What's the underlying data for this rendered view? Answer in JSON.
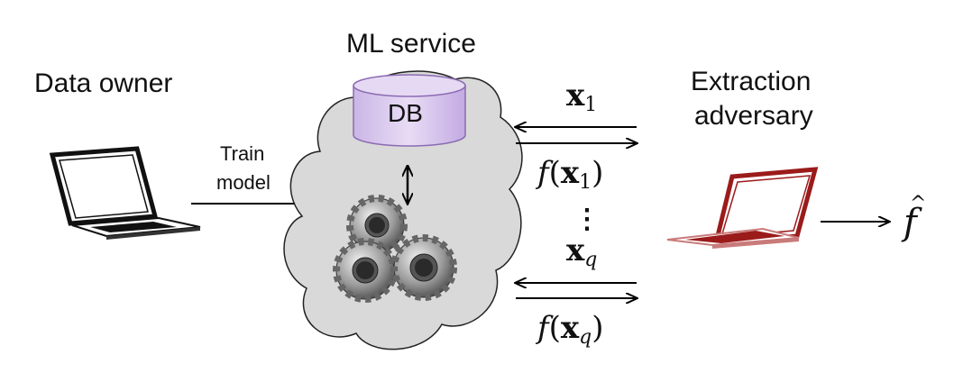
{
  "data_owner": {
    "label": "Data owner"
  },
  "ml_service": {
    "title": "ML service",
    "db_label": "DB"
  },
  "train_arrow": {
    "line1": "Train",
    "line2": "model"
  },
  "adversary": {
    "line1": "Extraction",
    "line2": "adversary"
  },
  "queries": {
    "q1": {
      "base": "x",
      "sub": "1"
    },
    "r1": {
      "func": "f",
      "open": "(",
      "base": "x",
      "sub": "1",
      "close": ")"
    },
    "ellipsis": "⋮",
    "qq": {
      "base": "x",
      "sub": "q"
    },
    "rq": {
      "func": "f",
      "open": "(",
      "base": "x",
      "sub": "q",
      "close": ")"
    }
  },
  "output": {
    "symbol": "f",
    "accent": "^"
  },
  "colors": {
    "db_fill": "#d9c8ec",
    "db_stroke": "#8a6bb1",
    "cloud_fill": "#dcdcdc",
    "adversary_laptop": "#9b1b1b",
    "owner_laptop": "#111111"
  }
}
